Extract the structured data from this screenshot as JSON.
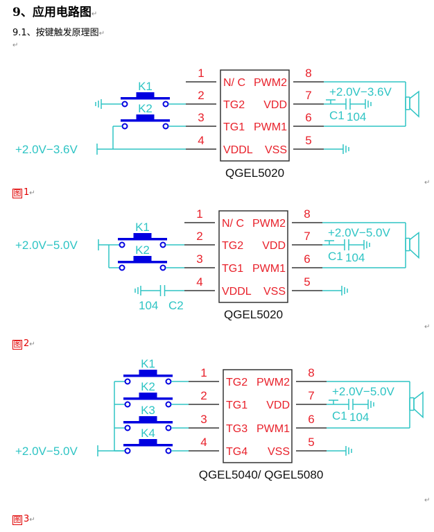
{
  "document": {
    "heading": "9、应用电路图",
    "subheading": "9.1、按键触发原理图",
    "paragraph_mark": "↵"
  },
  "colors": {
    "wire": "#2ec4c4",
    "pin_line": "#333333",
    "switch": "#0000e0",
    "pin_text": "#e8202a",
    "chip_label": "#111111",
    "caption": "#e00000"
  },
  "figures": [
    {
      "caption_tag": "图",
      "caption_num": "1",
      "chip": "QGEL5020",
      "supply_label": "+2.0V−3.6V",
      "cap_supply_label": "+2.0V−3.6V",
      "switches": [
        "K1",
        "K2"
      ],
      "left_pins": [
        {
          "num": "1",
          "name": "N/ C"
        },
        {
          "num": "2",
          "name": "TG2"
        },
        {
          "num": "3",
          "name": "TG1"
        },
        {
          "num": "4",
          "name": "VDDL"
        }
      ],
      "right_pins": [
        {
          "num": "8",
          "name": "PWM2"
        },
        {
          "num": "7",
          "name": "VDD"
        },
        {
          "num": "6",
          "name": "PWM1"
        },
        {
          "num": "5",
          "name": "VSS"
        }
      ],
      "cap_name": "C1",
      "cap_value": "104"
    },
    {
      "caption_tag": "图",
      "caption_num": "2",
      "chip": "QGEL5020",
      "supply_label": "+2.0V−5.0V",
      "cap_supply_label": "+2.0V−5.0V",
      "switches": [
        "K1",
        "K2"
      ],
      "left_pins": [
        {
          "num": "1",
          "name": "N/ C"
        },
        {
          "num": "2",
          "name": "TG2"
        },
        {
          "num": "3",
          "name": "TG1"
        },
        {
          "num": "4",
          "name": "VDDL"
        }
      ],
      "right_pins": [
        {
          "num": "8",
          "name": "PWM2"
        },
        {
          "num": "7",
          "name": "VDD"
        },
        {
          "num": "6",
          "name": "PWM1"
        },
        {
          "num": "5",
          "name": "VSS"
        }
      ],
      "cap_name": "C1",
      "cap_value": "104",
      "cap2_name": "C2",
      "cap2_value": "104"
    },
    {
      "caption_tag": "图",
      "caption_num": "3",
      "chip": "QGEL5040/ QGEL5080",
      "supply_label": "+2.0V−5.0V",
      "cap_supply_label": "+2.0V−5.0V",
      "switches": [
        "K1",
        "K2",
        "K3",
        "K4"
      ],
      "left_pins": [
        {
          "num": "1",
          "name": "TG2"
        },
        {
          "num": "2",
          "name": "TG1"
        },
        {
          "num": "3",
          "name": "TG3"
        },
        {
          "num": "4",
          "name": "TG4"
        }
      ],
      "right_pins": [
        {
          "num": "8",
          "name": "PWM2"
        },
        {
          "num": "7",
          "name": "VDD"
        },
        {
          "num": "6",
          "name": "PWM1"
        },
        {
          "num": "5",
          "name": "VSS"
        }
      ],
      "cap_name": "C1",
      "cap_value": "104"
    }
  ]
}
